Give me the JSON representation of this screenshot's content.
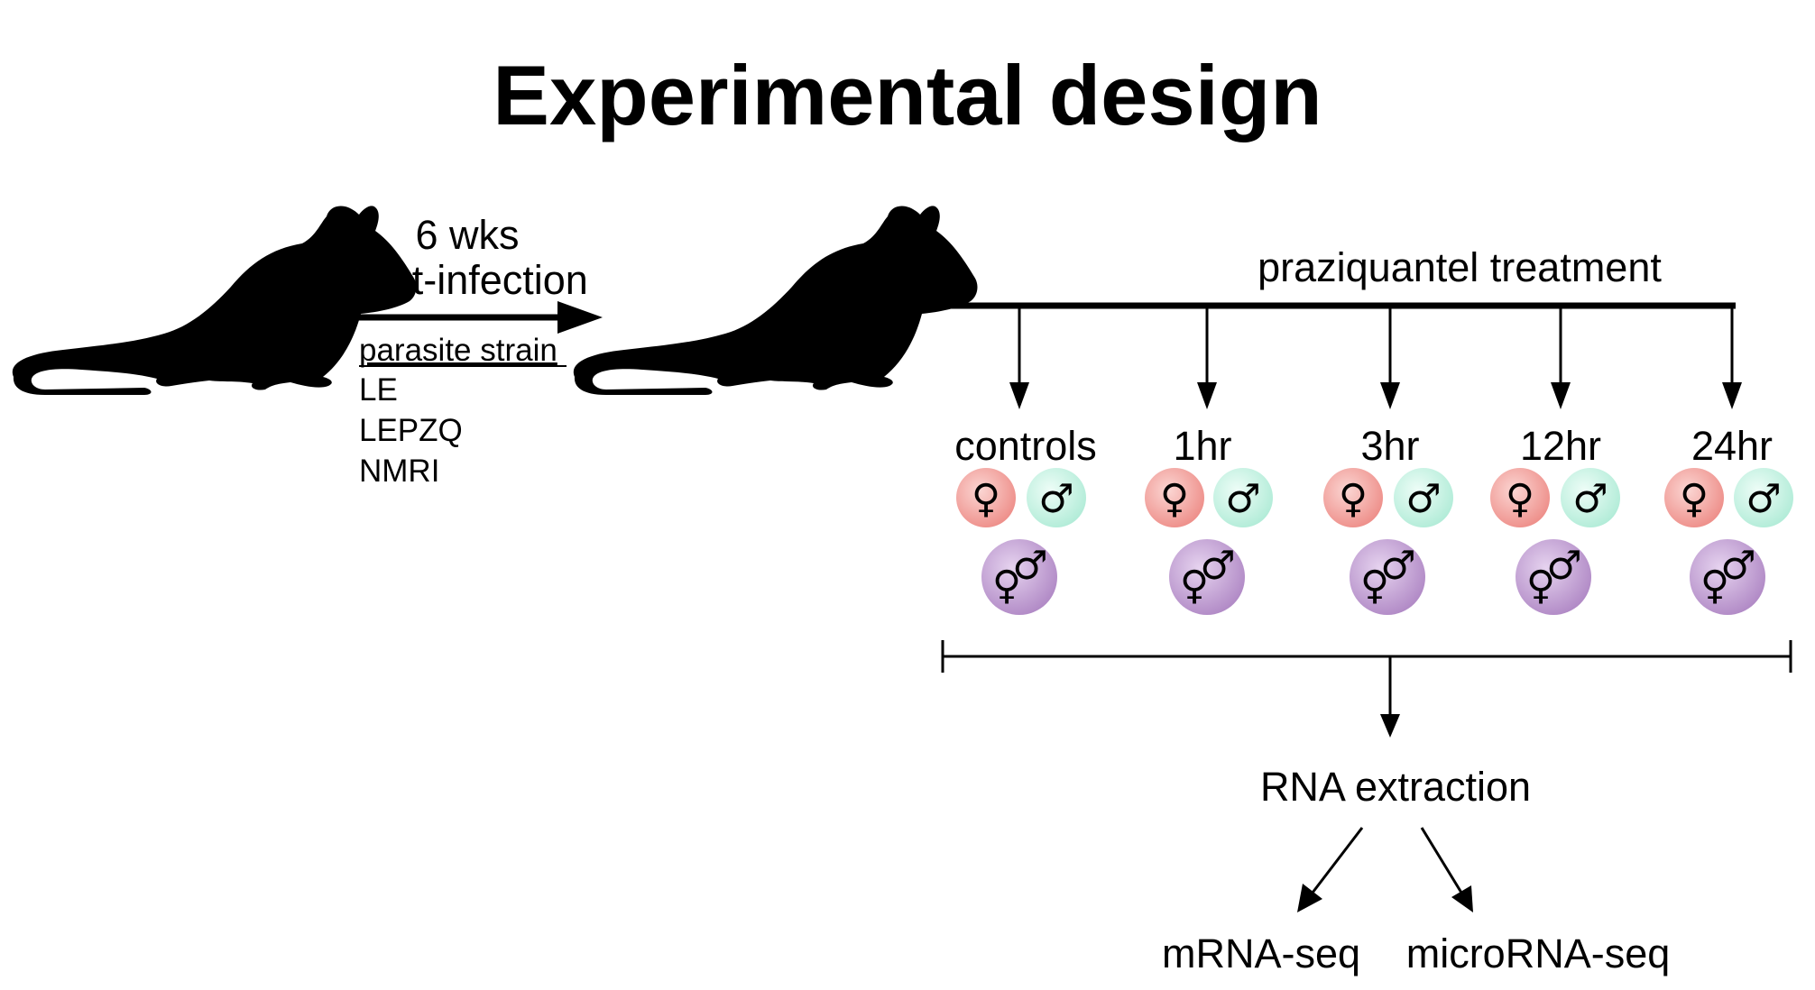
{
  "title": "Experimental design",
  "infection": {
    "duration": "6 wks",
    "label": "post-infection",
    "strain_header": "parasite strain",
    "strains": [
      "LE",
      "LEPZQ",
      "NMRI"
    ]
  },
  "treatment": {
    "label": "praziquantel treatment",
    "timepoints": [
      "controls",
      "1hr",
      "3hr",
      "12hr",
      "24hr"
    ]
  },
  "symbols": {
    "female": "♀",
    "male": "♂"
  },
  "colors": {
    "female": "#f4a8a4",
    "male": "#c8f4e4",
    "mixed": "#c9a6d9"
  },
  "extraction": {
    "label": "RNA extraction",
    "outputs": [
      "mRNA-seq",
      "microRNA-seq"
    ]
  }
}
